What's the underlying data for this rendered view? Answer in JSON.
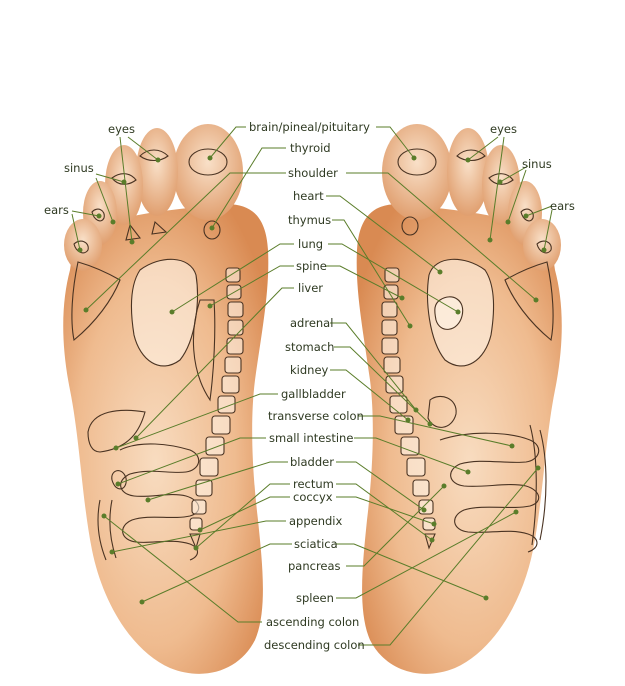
{
  "labels": {
    "eyes_left": "eyes",
    "sinus_left": "sinus",
    "ears_left": "ears",
    "eyes_right": "eyes",
    "sinus_right": "sinus",
    "ears_right": "ears",
    "brain": "brain/pineal/pituitary",
    "thyroid": "thyroid",
    "shoulder": "shoulder",
    "heart": "heart",
    "thymus": "thymus",
    "lung": "lung",
    "spine": "spine",
    "liver": "liver",
    "adrenal": "adrenal",
    "stomach": "stomach",
    "kidney": "kidney",
    "gallbladder": "gallbladder",
    "transverse_colon": "transverse colon",
    "small_intestine": "small intestine",
    "bladder": "bladder",
    "rectum": "rectum",
    "coccyx": "coccyx",
    "appendix": "appendix",
    "sciatica": "sciatica",
    "pancreas": "pancreas",
    "spleen": "spleen",
    "ascending_colon": "ascending colon",
    "descending_colon": "descending colon"
  },
  "colors": {
    "skin": "#f2c49c",
    "skin_dark": "#d88b55",
    "leader": "#5a7d2a",
    "outline": "#4a3322"
  }
}
